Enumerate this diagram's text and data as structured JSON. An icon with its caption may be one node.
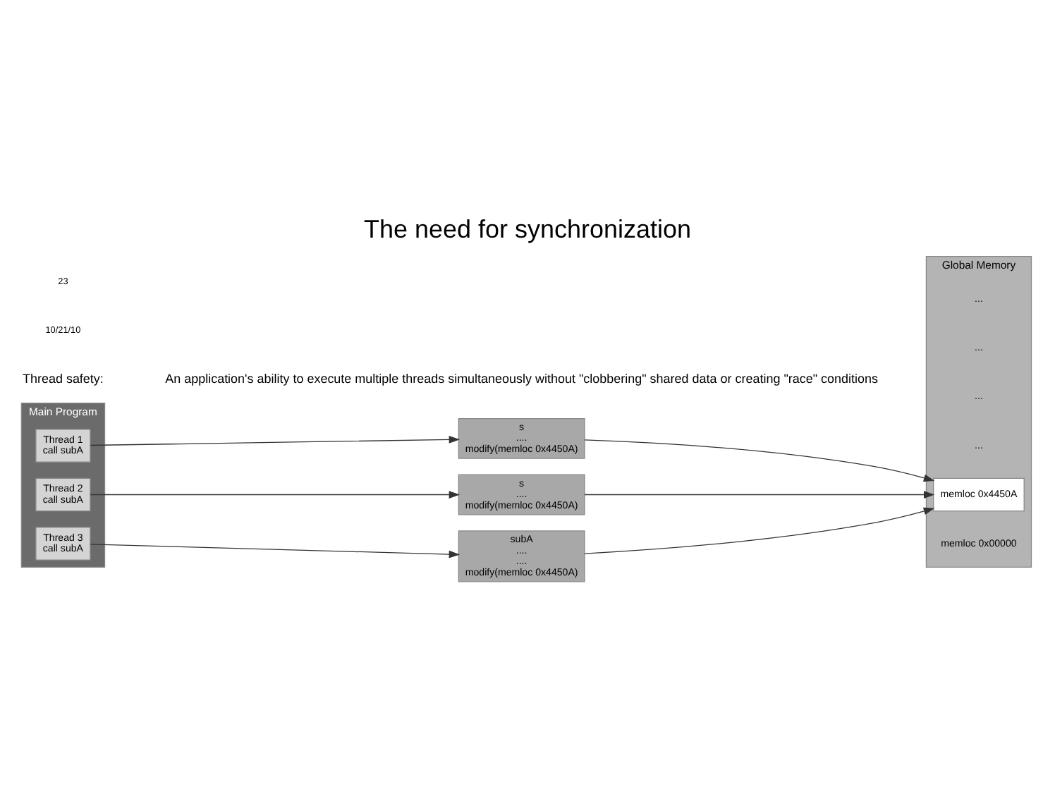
{
  "diagram": {
    "title": "The need for synchronization",
    "nodes": [
      {
        "text": [
          "Main Program"
        ]
      },
      {
        "text": [
          "Thread 1",
          "call subA"
        ],
        "in": 0
      },
      {
        "text": [
          "Thread 2",
          "call subA"
        ],
        "in": 0
      },
      {
        "text": [
          "Thread 3",
          "call subA"
        ],
        "in": 0
      },
      {
        "text": [
          "subA",
          "....",
          "....",
          "modify(memloc 0x4450A)"
        ]
      },
      {
        "text": [
          "s",
          "....",
          "modify(memloc 0x4450A)"
        ]
      },
      {
        "text": [
          "s",
          "....",
          "modify(memloc 0x4450A)"
        ]
      },
      {
        "text": [
          "Global Memory"
        ]
      },
      {
        "text": [
          "memloc 0x4450A"
        ],
        "in": 7
      }
    ],
    "edges": [
      {
        "from": 1,
        "to": 5,
        "arrow": "to"
      },
      {
        "from": 2,
        "to": 6,
        "arrow": "to"
      },
      {
        "from": 3,
        "to": 4,
        "arrow": "to"
      },
      {
        "from": 4,
        "to": 8,
        "arrow": "to"
      },
      {
        "from": 5,
        "to": 8,
        "arrow": "to"
      },
      {
        "from": 6,
        "to": 8,
        "arrow": "to"
      }
    ],
    "labels": [
      "Thread safety:",
      "An application's ability to execute multiple threads simultaneously without \"clobbering\" shared data or creating \"race\" conditions",
      "memloc 0x00000",
      "...",
      "...",
      "...",
      "...",
      "10/21/10",
      "23"
    ]
  }
}
